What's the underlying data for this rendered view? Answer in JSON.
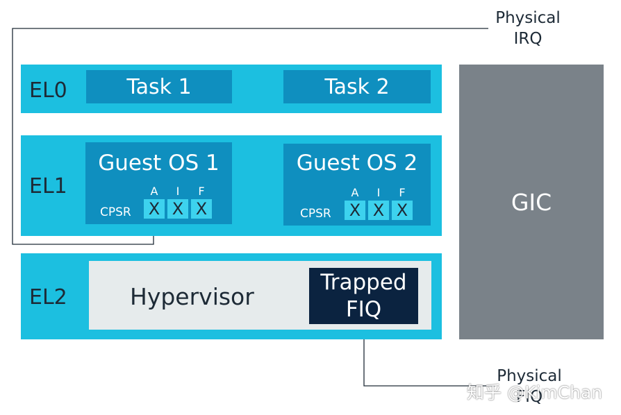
{
  "levels": {
    "el0": "EL0",
    "el1": "EL1",
    "el2": "EL2"
  },
  "tasks": {
    "task1": "Task 1",
    "task2": "Task 2"
  },
  "guests": [
    {
      "title": "Guest OS 1",
      "cpsr": "CPSR",
      "bits": [
        "A",
        "I",
        "F"
      ],
      "marks": [
        "X",
        "X",
        "X"
      ]
    },
    {
      "title": "Guest OS 2",
      "cpsr": "CPSR",
      "bits": [
        "A",
        "I",
        "F"
      ],
      "marks": [
        "X",
        "X",
        "X"
      ]
    }
  ],
  "hypervisor": {
    "label": "Hypervisor",
    "trapped_line1": "Trapped",
    "trapped_line2": "FIQ"
  },
  "gic": "GIC",
  "physical_irq": {
    "line1": "Physical",
    "line2": "IRQ"
  },
  "physical_fiq": {
    "line1": "Physical",
    "line2": "FIQ"
  },
  "watermark": "知乎 @KimChan",
  "colors": {
    "band": "#1cbfe0",
    "box": "#0f8fbf",
    "xbox": "#3dd2ee",
    "hypervisor": "#e6ebec",
    "trapped": "#0b2340",
    "gic": "#7a8289"
  }
}
